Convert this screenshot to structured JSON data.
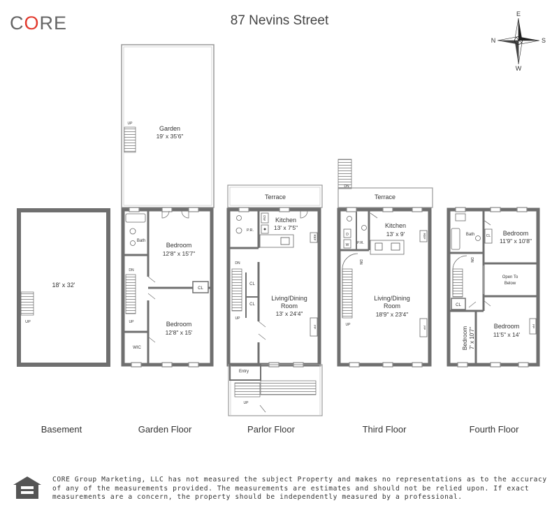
{
  "brand": {
    "logo_left": "C",
    "logo_o": "O",
    "logo_right": "RE"
  },
  "title": "87 Nevins Street",
  "compass": {
    "north": "N",
    "south": "S",
    "east": "E",
    "west": "W"
  },
  "floors": {
    "basement": {
      "label": "Basement",
      "dims": "18' x 32'",
      "up": "UP"
    },
    "garden": {
      "label": "Garden Floor",
      "garden_name": "Garden",
      "garden_dims": "19' x 35'6\"",
      "garden_up": "UP",
      "bath": "Bath",
      "bedroom1_name": "Bedroom",
      "bedroom1_dims": "12'8\" x 15'7\"",
      "bedroom2_name": "Bedroom",
      "bedroom2_dims": "12'8\" x 15'",
      "cl": "CL",
      "dn": "DN",
      "up": "UP",
      "wic": "WIC"
    },
    "parlor": {
      "label": "Parlor Floor",
      "terrace": "Terrace",
      "pr": "P.R.",
      "dw": "DW",
      "kitchen_name": "Kitchen",
      "kitchen_dims": "13' x 7'5\"",
      "ref": "REF",
      "dn": "DN",
      "cl1": "CL",
      "cl2": "CL",
      "up": "UP",
      "living_name1": "Living/Dining",
      "living_name2": "Room",
      "living_dims": "13' x 24'4\"",
      "fp": "FP",
      "entry": "Entry",
      "stoop_up": "UP"
    },
    "third": {
      "label": "Third Floor",
      "terrace": "Terrace",
      "dn_top": "DN",
      "kitchen_name": "Kitchen",
      "kitchen_dims": "13' x 9'",
      "ref": "REF",
      "d": "D",
      "w": "W",
      "pr": "P.R.",
      "dn": "DN",
      "up": "UP",
      "living_name1": "Living/Dining",
      "living_name2": "Room",
      "living_dims": "18'9\" x 23'4\"",
      "fp": "FP"
    },
    "fourth": {
      "label": "Fourth Floor",
      "bath": "Bath",
      "cl_bath": "CL",
      "dn": "DN",
      "bedroom1_name": "Bedroom",
      "bedroom1_dims": "11'9\" x 10'8\"",
      "open1": "Open To",
      "open2": "Below",
      "cl": "CL",
      "bedroom2_name": "Bedroom",
      "bedroom2_dims": "11'5\" x 14'",
      "bedroom3_name": "Bedroom",
      "bedroom3_dims": "7' x 10'7\"",
      "fp": "FP"
    }
  },
  "disclaimer": "CORE Group Marketing, LLC has not measured the subject Property and makes no representations as to the accuracy of any of the measurements provided. The measurements are estimates and should not be relied upon. If exact measurements are a concern, the property should be independently measured by a professional.",
  "colors": {
    "wall": "#6f6f6f",
    "wall_dark": "#555555",
    "brand_accent": "#e23a2e",
    "text": "#333333"
  }
}
